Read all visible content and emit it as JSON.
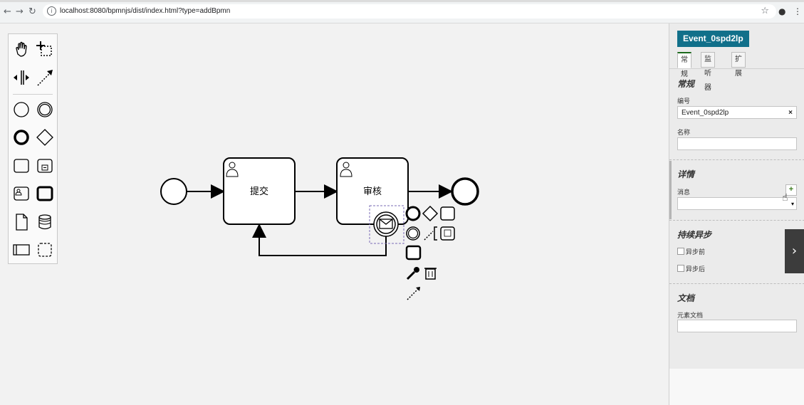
{
  "browser": {
    "url": "localhost:8080/bpmnjs/dist/index.html?type=addBpmn",
    "back_icon": "back-arrow-icon",
    "forward_icon": "forward-arrow-icon",
    "reload_icon": "reload-icon"
  },
  "diagram": {
    "task1_label": "提交",
    "task2_label": "审核"
  },
  "palette": {
    "tools": [
      "hand-tool-icon",
      "lasso-tool-icon",
      "space-tool-icon",
      "global-connect-icon",
      "start-event-icon",
      "intermediate-event-icon",
      "end-event-icon",
      "gateway-icon",
      "task-icon",
      "subprocess-icon",
      "user-task-icon",
      "call-activity-icon",
      "data-object-icon",
      "data-store-icon",
      "pool-icon",
      "group-icon"
    ]
  },
  "properties": {
    "element_id_badge": "Event_0spd2lp",
    "tabs": [
      "常规",
      "监听器",
      "扩展"
    ],
    "general": {
      "title": "常规",
      "id_label": "编号",
      "id_value": "Event_0spd2lp",
      "clear": "×",
      "name_label": "名称",
      "name_value": ""
    },
    "details": {
      "title": "详情",
      "message_label": "消息",
      "add": "+",
      "select_arrow": "▾"
    },
    "async": {
      "title": "持续异步",
      "before": "异步前",
      "after": "异步后"
    },
    "docs": {
      "title": "文档",
      "label": "元素文档"
    },
    "toggle": "›"
  },
  "colors": {
    "badge": "#11708a",
    "selection": "#7a6bb5"
  }
}
